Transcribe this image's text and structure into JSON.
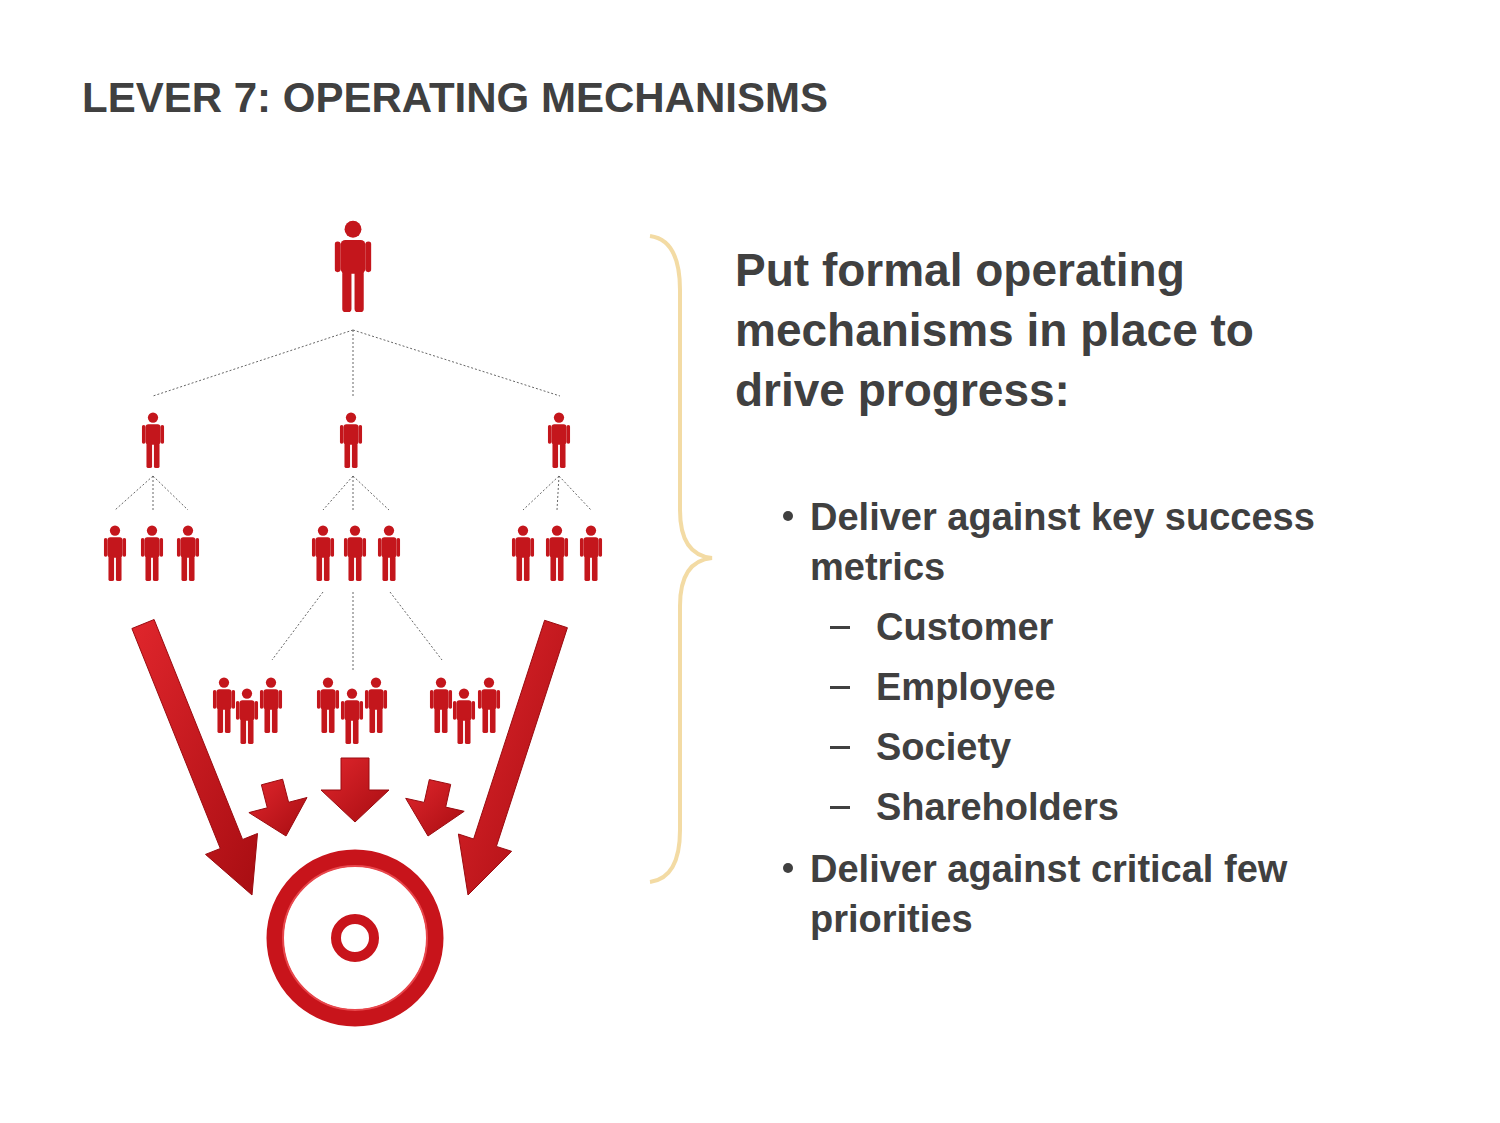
{
  "diagram": {
    "title": "LEVER 7: OPERATING MECHANISMS",
    "labels": [
      "Put formal operating mechanisms in place to drive progress:",
      "Deliver against key success metrics",
      "Customer",
      "Employee",
      "Society",
      "Shareholders",
      "Deliver against critical few priorities"
    ]
  }
}
